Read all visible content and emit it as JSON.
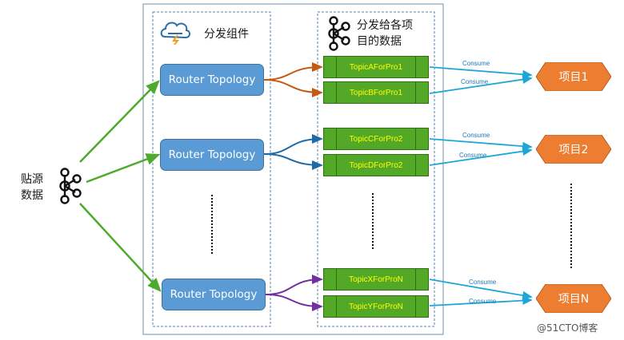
{
  "source": {
    "line1": "贴源",
    "line2": "数据",
    "icon": "kafka-icon"
  },
  "component": {
    "title": "分发组件",
    "icon": "storm-cloud-icon"
  },
  "topics_group": {
    "title_line1": "分发给各项",
    "title_line2": "目的数据",
    "icon": "kafka-icon"
  },
  "routers": [
    {
      "label": "Router Topology"
    },
    {
      "label": "Router Topology"
    },
    {
      "label": "Router Topology"
    }
  ],
  "topics": [
    {
      "label": "TopicAForPro1"
    },
    {
      "label": "TopicBForPro1"
    },
    {
      "label": "TopicCForPro2"
    },
    {
      "label": "TopicDForPro2"
    },
    {
      "label": "TopicXForProN"
    },
    {
      "label": "TopicYForProN"
    }
  ],
  "consume_label": "Consume",
  "projects": [
    {
      "label": "项目1"
    },
    {
      "label": "项目2"
    },
    {
      "label": "项目N"
    }
  ],
  "watermark": "@51CTO博客",
  "colors": {
    "router_fill": "#5b9bd5",
    "topic_fill": "#53a828",
    "topic_text": "#ffff00",
    "project_fill": "#ed7d31",
    "source_arrows": "#4daa2c",
    "group1_links": "#c55a11",
    "group2_links": "#1f6aa5",
    "group3_links": "#7030a0",
    "consume_arrows": "#1fa6d8"
  }
}
